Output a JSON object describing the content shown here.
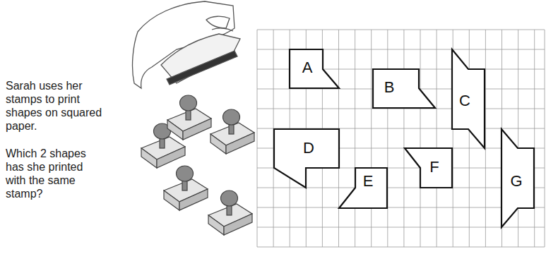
{
  "diagram": {
    "nodes": [
      {
        "text": [
          "A"
        ]
      },
      {
        "text": [
          "B"
        ]
      },
      {
        "text": [
          "C"
        ]
      },
      {
        "text": [
          "D"
        ]
      },
      {
        "text": [
          "E"
        ]
      },
      {
        "text": [
          "F"
        ]
      },
      {
        "text": [
          "G"
        ]
      }
    ],
    "labels": [
      "Sarah uses her stamps to print shapes on squared paper.",
      "Which 2 shapes has she printed with the same stamp?"
    ]
  }
}
